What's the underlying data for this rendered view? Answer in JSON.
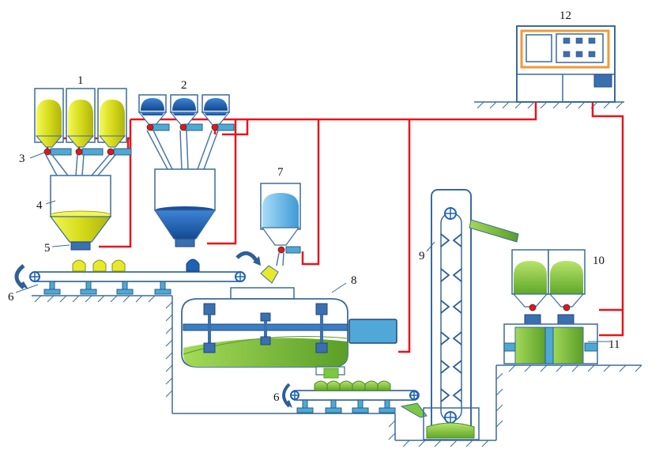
{
  "labels": {
    "l1": "1",
    "l2": "2",
    "l3": "3",
    "l4": "4",
    "l5": "5",
    "l6a": "6",
    "l6b": "6",
    "l7": "7",
    "l8": "8",
    "l9": "9",
    "l10": "10",
    "l11": "11",
    "l12": "12"
  },
  "colors": {
    "yellow": "#d6dc1a",
    "blue": "#1f62b5",
    "light_blue": "#6fbfe8",
    "green": "#7cc83e",
    "frame": "#3a6b9a",
    "control_line": "#e8141b",
    "panel_border": "#f09a3a"
  }
}
